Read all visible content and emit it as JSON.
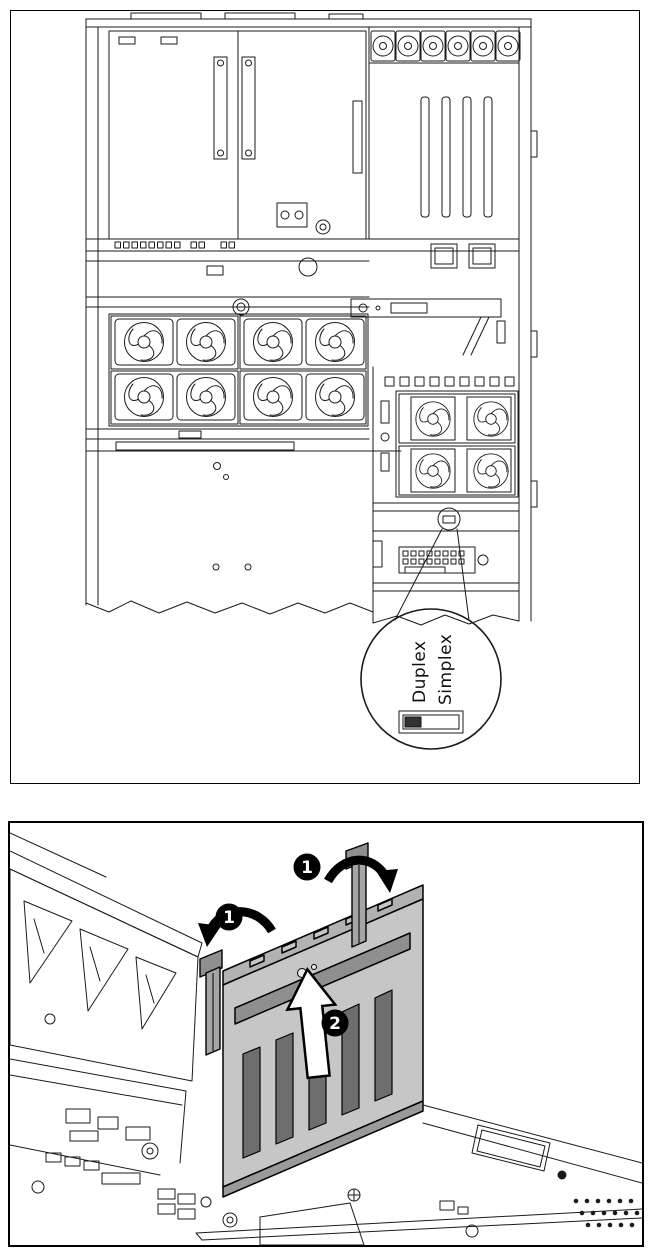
{
  "colors": {
    "line": "#1a1a1a",
    "background": "#ffffff",
    "board_fill": "#c6c6c6",
    "board_lip_fill": "#b2b2b2",
    "connector_bar_fill": "#8f8f8f",
    "slot_fill": "#6e6e6e",
    "latch_fill": "#a5a5a5",
    "switch_slider_fill": "#333333",
    "badge_fill": "#000000",
    "badge_text": "#ffffff"
  },
  "figure_top": {
    "callout": {
      "label_left": "Duplex",
      "label_right": "Simplex"
    }
  },
  "figure_bottom": {
    "badges": {
      "step1_left": "1",
      "step1_right": "1",
      "step2": "2"
    }
  }
}
